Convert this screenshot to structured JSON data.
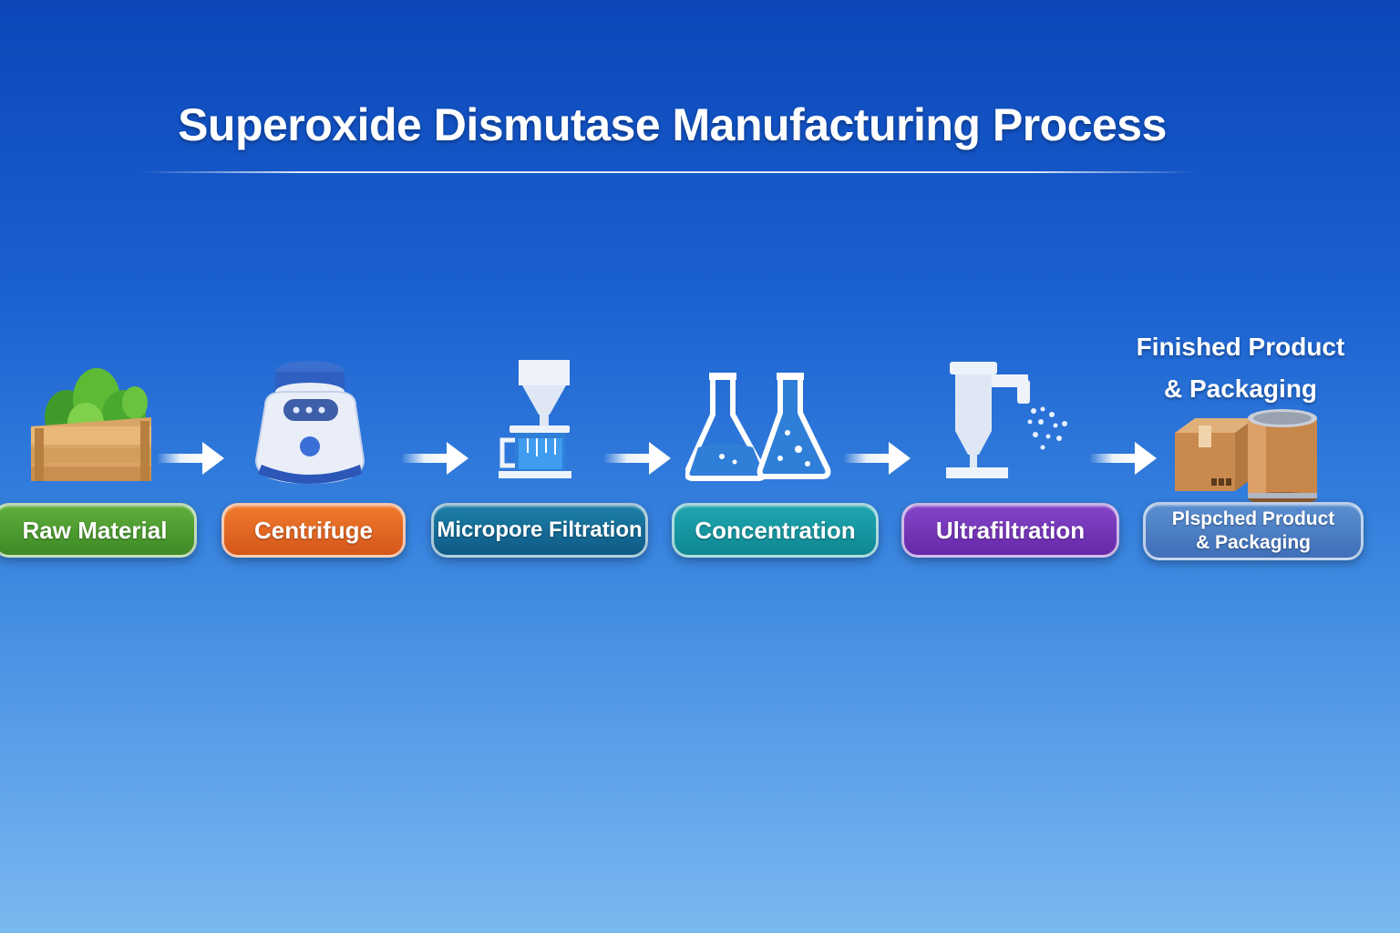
{
  "title": "Superoxide Dismutase Manufacturing Process",
  "steps": [
    {
      "label": "Raw Material",
      "icon": "vegetable-crate-icon",
      "color": "#4e9c30"
    },
    {
      "label": "Centrifuge",
      "icon": "centrifuge-icon",
      "color": "#e2661f"
    },
    {
      "label": "Micropore Filtration",
      "icon": "filter-funnel-icon",
      "color": "#136b94"
    },
    {
      "label": "Concentration",
      "icon": "flasks-icon",
      "color": "#1797a2"
    },
    {
      "label": "Ultrafiltration",
      "icon": "spray-dryer-icon",
      "color": "#7436b8"
    },
    {
      "label_line1": "Plspched Product",
      "label_line2": "& Packaging",
      "icon": "box-and-drum-icon",
      "color": "#4a7cc2"
    }
  ],
  "finished_caption": {
    "line1": "Finished Product",
    "line2": "& Packaging"
  }
}
